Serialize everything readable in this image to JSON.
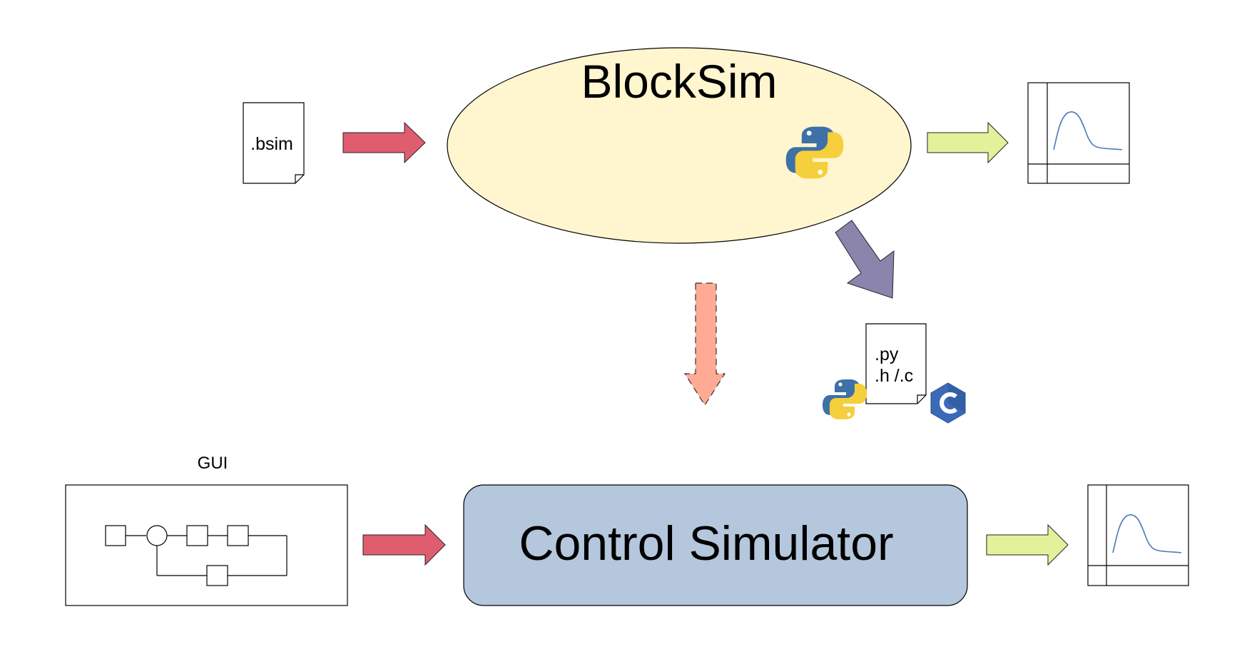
{
  "diagram": {
    "blocksim": {
      "title": "BlockSim"
    },
    "input_file": {
      "label": ".bsim"
    },
    "generated_file": {
      "line1": ".py",
      "line2": ".h /.c"
    },
    "gui": {
      "label": "GUI"
    },
    "control_simulator": {
      "label": "Control Simulator"
    },
    "colors": {
      "blocksim_fill": "#fff6cf",
      "simulator_fill": "#b4c7dc",
      "input_arrow": "#e05d6f",
      "output_arrow": "#e3f19b",
      "codegen_arrow": "#8b84ad",
      "link_arrow": "#ffaa95",
      "plot_line": "#4a7ab8",
      "c_logo": "#3a6ab8",
      "python_blue": "#3d71a8",
      "python_yellow": "#f5cf3c"
    },
    "icons": [
      "python-logo-icon",
      "c-language-logo-icon",
      "file-icon",
      "plot-icon"
    ]
  }
}
